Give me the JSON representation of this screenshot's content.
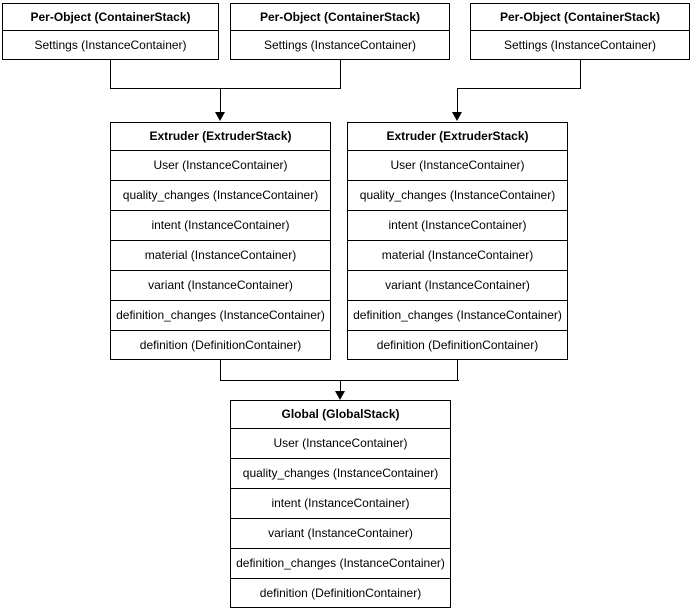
{
  "diagram": {
    "colors": {
      "background": "#ffffff",
      "line": "#000000",
      "text": "#000000"
    },
    "per_object_stacks": [
      {
        "title": "Per-Object (ContainerStack)",
        "rows": [
          "Settings (InstanceContainer)"
        ]
      },
      {
        "title": "Per-Object (ContainerStack)",
        "rows": [
          "Settings (InstanceContainer)"
        ]
      },
      {
        "title": "Per-Object (ContainerStack)",
        "rows": [
          "Settings (InstanceContainer)"
        ]
      }
    ],
    "extruder_stacks": [
      {
        "title": "Extruder (ExtruderStack)",
        "rows": [
          "User (InstanceContainer)",
          "quality_changes (InstanceContainer)",
          "intent (InstanceContainer)",
          "material (InstanceContainer)",
          "variant (InstanceContainer)",
          "definition_changes (InstanceContainer)",
          "definition (DefinitionContainer)"
        ]
      },
      {
        "title": "Extruder (ExtruderStack)",
        "rows": [
          "User (InstanceContainer)",
          "quality_changes (InstanceContainer)",
          "intent (InstanceContainer)",
          "material (InstanceContainer)",
          "variant (InstanceContainer)",
          "definition_changes (InstanceContainer)",
          "definition (DefinitionContainer)"
        ]
      }
    ],
    "global_stack": {
      "title": "Global (GlobalStack)",
      "rows": [
        "User (InstanceContainer)",
        "quality_changes (InstanceContainer)",
        "intent (InstanceContainer)",
        "variant (InstanceContainer)",
        "definition_changes (InstanceContainer)",
        "definition (DefinitionContainer)"
      ]
    }
  }
}
